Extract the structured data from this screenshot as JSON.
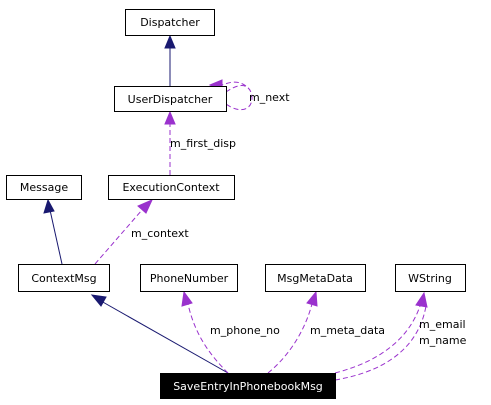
{
  "nodes": {
    "dispatcher": "Dispatcher",
    "user_dispatcher": "UserDispatcher",
    "message": "Message",
    "execution_context": "ExecutionContext",
    "context_msg": "ContextMsg",
    "phone_number": "PhoneNumber",
    "msg_meta_data": "MsgMetaData",
    "wstring": "WString",
    "save_entry": "SaveEntryInPhonebookMsg"
  },
  "edge_labels": {
    "m_next": "m_next",
    "m_first_disp": "m_first_disp",
    "m_context": "m_context",
    "m_phone_no": "m_phone_no",
    "m_meta_data": "m_meta_data",
    "m_email": "m_email",
    "m_name": "m_name"
  },
  "colors": {
    "inheritance_edge": "#191970",
    "usage_edge": "#9a32cd",
    "highlight_node_fill": "#000000",
    "highlight_node_text": "#ffffff"
  }
}
